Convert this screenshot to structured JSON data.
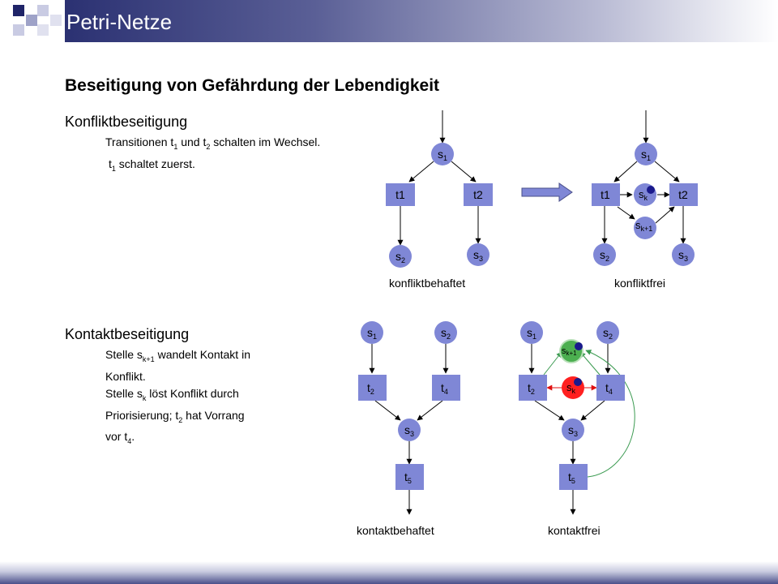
{
  "header": {
    "title": "Petri-Netze"
  },
  "slide": {
    "heading": "Beseitigung von Gefährdung der Lebendigkeit"
  },
  "konflikt": {
    "title": "Konfliktbeseitigung",
    "line1": {
      "a": "Transitionen t",
      "a_sub": "1",
      "b": " und t",
      "b_sub": "2",
      "c": " schalten im Wechsel."
    },
    "line2": {
      "a": "t",
      "a_sub": "1",
      "b": " schaltet zuerst."
    }
  },
  "kontakt": {
    "title": "Kontaktbeseitigung",
    "line1": {
      "a": "Stelle s",
      "a_sub": "k+1",
      "b": " wandelt Kontakt in"
    },
    "line2": "Konflikt.",
    "line3": {
      "a": "Stelle s",
      "a_sub": "k",
      "b": " löst Konflikt durch"
    },
    "line4": {
      "a": "Priorisierung; t",
      "a_sub": "2",
      "b": " hat Vorrang"
    },
    "line5": {
      "a": "vor t",
      "a_sub": "4",
      "b": "."
    }
  },
  "captions": {
    "konfliktbehaftet": "konfliktbehaftet",
    "konfliktfrei": "konfliktfrei",
    "kontaktbehaftet": "kontaktbehaftet",
    "kontaktfrei": "kontaktfrei"
  },
  "labels": {
    "s1": {
      "base": "s",
      "sub": "1"
    },
    "s2": {
      "base": "s",
      "sub": "2"
    },
    "s3": {
      "base": "s",
      "sub": "3"
    },
    "sk": {
      "base": "s",
      "sub": "k"
    },
    "sk1": {
      "base": "s",
      "sub": "k+1"
    },
    "t1": "t1",
    "t2": "t2",
    "tt2": {
      "base": "t",
      "sub": "2"
    },
    "tt4": {
      "base": "t",
      "sub": "4"
    },
    "tt5": {
      "base": "t",
      "sub": "5"
    }
  },
  "colors": {
    "node_fill": "#7f87d6",
    "token": "#1a1a8c",
    "sk_fill": "#ff2020",
    "sk1_fill": "#4caf50",
    "red_arrow": "#e01010",
    "green_arrow": "#3a9a50",
    "big_arrow": "#7f87d6"
  }
}
